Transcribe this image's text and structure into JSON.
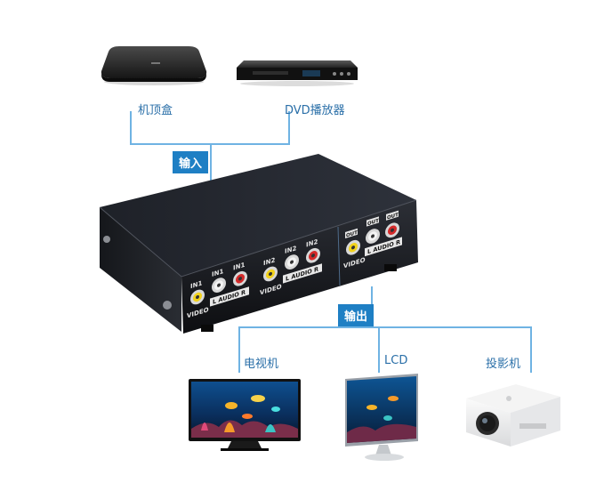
{
  "inputs": {
    "badge": "输入",
    "devices": [
      {
        "label": "机顶盒"
      },
      {
        "label": "DVD播放器"
      }
    ]
  },
  "outputs": {
    "badge": "输出",
    "devices": [
      {
        "label": "电视机"
      },
      {
        "label": "LCD"
      },
      {
        "label": "投影机"
      }
    ]
  },
  "switch_panel": {
    "in1": "IN1",
    "in2": "IN2",
    "out": "OUT",
    "video": "VIDEO",
    "audio": "L AUDIO R"
  },
  "colors": {
    "line": "#6fb3e3",
    "badge": "#1e7fc4",
    "label": "#2a6fa8",
    "video_jack": "#f2d21b",
    "left_jack": "#f4f4f4",
    "right_jack": "#d42a2a"
  }
}
